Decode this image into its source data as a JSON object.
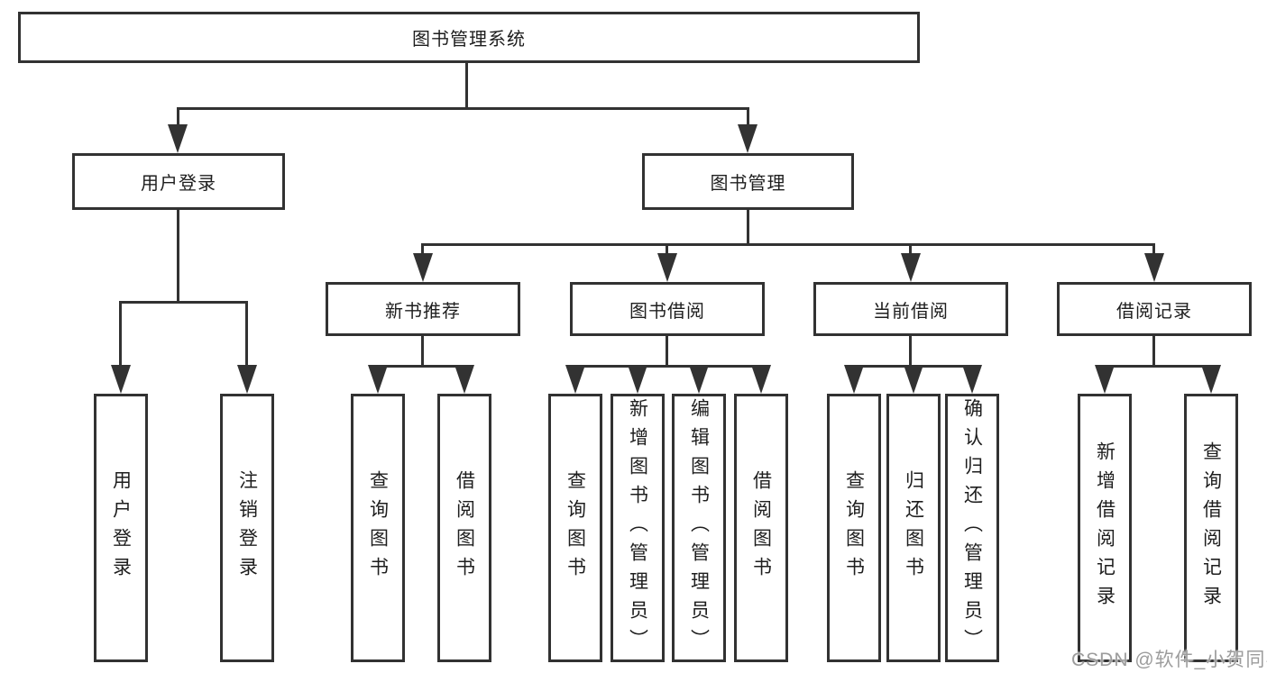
{
  "root": {
    "label": "图书管理系统"
  },
  "level2": {
    "user_login": "用户登录",
    "book_management": "图书管理"
  },
  "level3": {
    "new_book_recommend": "新书推荐",
    "book_borrowing": "图书借阅",
    "current_borrowing": "当前借阅",
    "borrowing_records": "借阅记录"
  },
  "leaves": {
    "user_login": "用户登录",
    "logout": "注销登录",
    "recommend_query_books": "查询图书",
    "recommend_borrow_books": "借阅图书",
    "borrowing_query_books": "查询图书",
    "borrowing_add_book_admin": "新增图书（管理员）",
    "borrowing_edit_book_admin": "编辑图书（管理员）",
    "borrowing_borrow_books": "借阅图书",
    "current_query_books": "查询图书",
    "current_return_books": "归还图书",
    "current_confirm_return_admin": "确认归还（管理员）",
    "records_add_record": "新增借阅记录",
    "records_query_record": "查询借阅记录"
  },
  "watermark": "CSDN @软件_小贺同学",
  "colors": {
    "line": "#323232",
    "text": "#1e1e1e",
    "background": "#ffffff",
    "watermark": "#9c9c9c"
  }
}
